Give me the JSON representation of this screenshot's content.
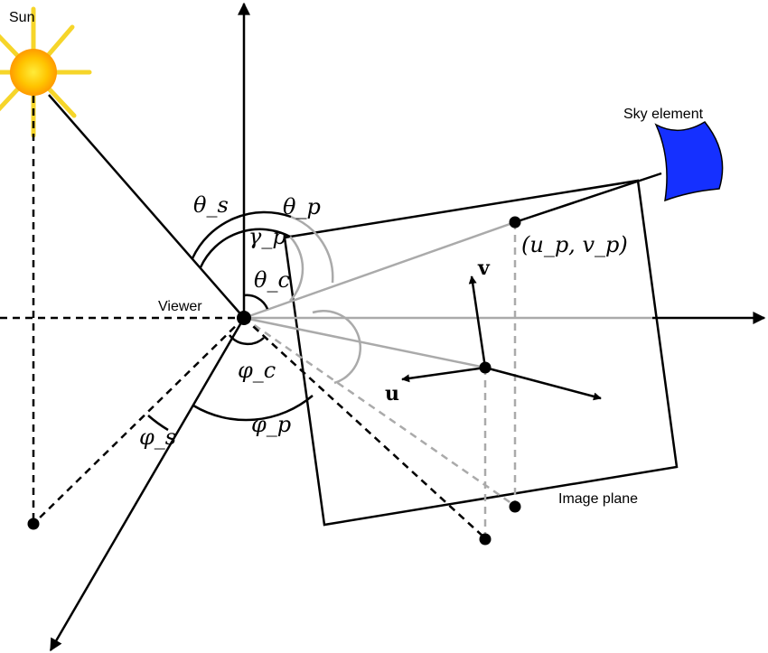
{
  "labels": {
    "sun": "Sun",
    "sky_element": "Sky element",
    "viewer": "Viewer",
    "image_plane": "Image plane",
    "point": "(u_p, v_p)",
    "vec_u": "u",
    "vec_v": "v"
  },
  "angles": {
    "theta_s": "θ_s",
    "theta_p": "θ_p",
    "theta_c": "θ_c",
    "gamma_p": "γ_p",
    "phi_s": "φ_s",
    "phi_c": "φ_c",
    "phi_p": "φ_p"
  },
  "colors": {
    "sun_core": "#ffb000",
    "sun_ray": "#f7d51a",
    "sky_element": "#1530ff",
    "gray_line": "#aaaaaa"
  }
}
